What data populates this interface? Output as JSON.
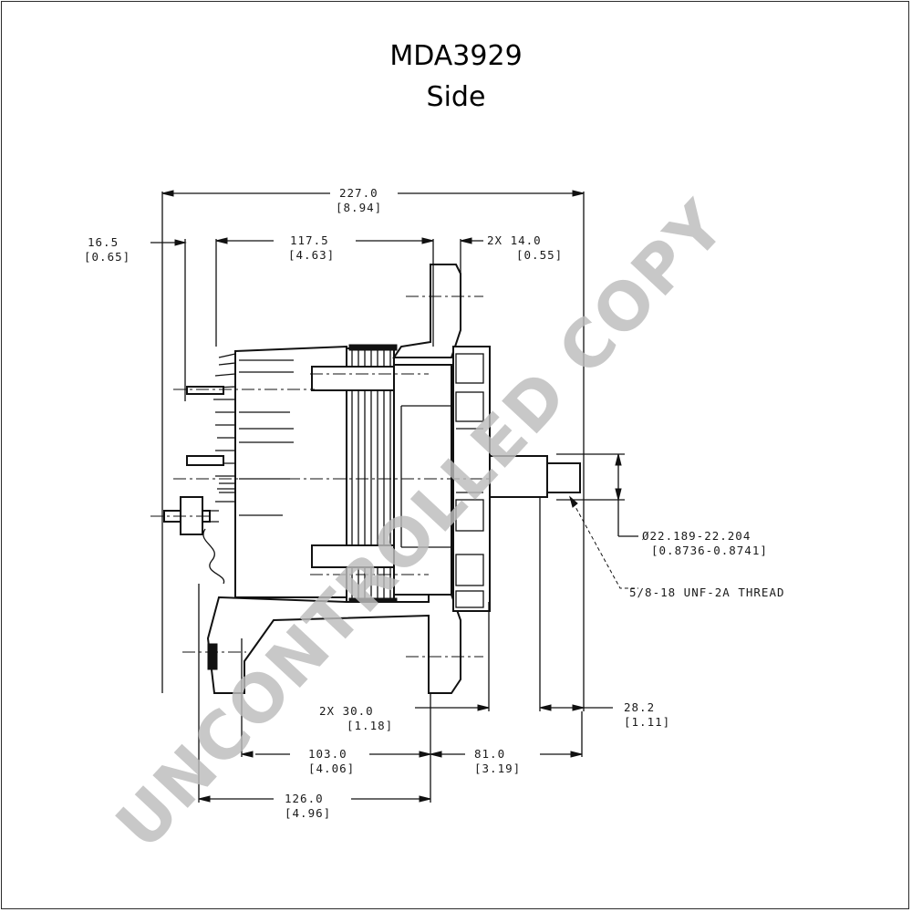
{
  "header": {
    "part_number": "MDA3929",
    "view": "Side"
  },
  "watermark": {
    "text": "UNCONTROLLED COPY",
    "color": "#bdbdbd"
  },
  "dimensions": {
    "overall_length": {
      "mm": "227.0",
      "in": "[8.94]"
    },
    "terminal_offset": {
      "mm": "16.5",
      "in": "[0.65]"
    },
    "body_to_flange": {
      "mm": "117.5",
      "in": "[4.63]"
    },
    "flange_thickness": {
      "mm": "2X 14.0",
      "in": "[0.55]"
    },
    "shaft_diameter": {
      "mm": "Ø22.189-22.204",
      "in": "[0.8736-0.8741]"
    },
    "thread_spec": "5/8-18 UNF-2A THREAD",
    "foot_width": {
      "mm": "2X 30.0",
      "in": "[1.18]"
    },
    "shaft_extension": {
      "mm": "28.2",
      "in": "[1.11]"
    },
    "mount_to_mount": {
      "mm": "103.0",
      "in": "[4.06]"
    },
    "mount_to_front": {
      "mm": "81.0",
      "in": "[3.19]"
    },
    "rear_to_mount": {
      "mm": "126.0",
      "in": "[4.96]"
    }
  }
}
